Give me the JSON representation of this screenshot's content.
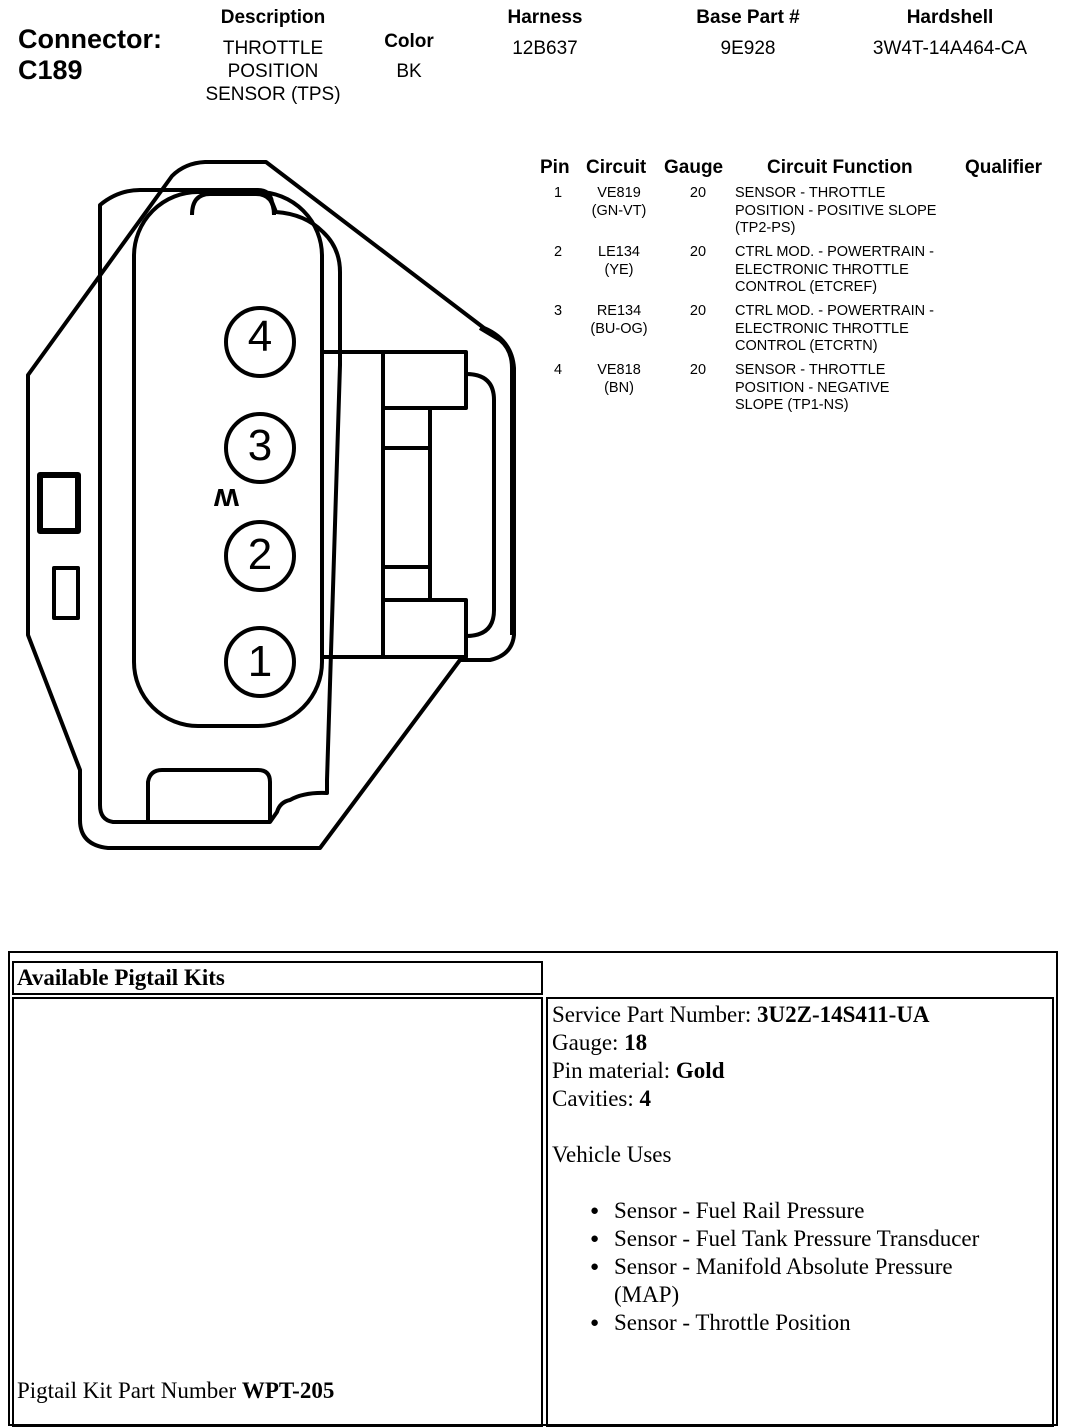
{
  "connector": {
    "label": "Connector:",
    "id": "C189"
  },
  "header": {
    "description_label": "Description",
    "description_lines": [
      "THROTTLE",
      "POSITION",
      "SENSOR (TPS)"
    ],
    "color_label": "Color",
    "color_value": "BK",
    "harness_label": "Harness",
    "harness_value": "12B637",
    "base_part_label": "Base Part #",
    "base_part_value": "9E928",
    "hardshell_label": "Hardshell",
    "hardshell_value": "3W4T-14A464-CA"
  },
  "diagram": {
    "pin_numbers": [
      "4",
      "3",
      "2",
      "1"
    ],
    "key_mark": "w"
  },
  "pin_table": {
    "headers": [
      "Pin",
      "Circuit",
      "Gauge",
      "Circuit Function",
      "Qualifier"
    ],
    "rows": [
      {
        "pin": "1",
        "circuit": [
          "VE819",
          "(GN-VT)"
        ],
        "gauge": "20",
        "function": [
          "SENSOR - THROTTLE",
          "POSITION - POSITIVE SLOPE",
          "(TP2-PS)"
        ],
        "qualifier": ""
      },
      {
        "pin": "2",
        "circuit": [
          "LE134",
          "(YE)"
        ],
        "gauge": "20",
        "function": [
          "CTRL MOD. - POWERTRAIN -",
          "ELECTRONIC THROTTLE",
          "CONTROL (ETCREF)"
        ],
        "qualifier": ""
      },
      {
        "pin": "3",
        "circuit": [
          "RE134",
          "(BU-OG)"
        ],
        "gauge": "20",
        "function": [
          "CTRL MOD. - POWERTRAIN -",
          "ELECTRONIC THROTTLE",
          "CONTROL (ETCRTN)"
        ],
        "qualifier": ""
      },
      {
        "pin": "4",
        "circuit": [
          "VE818",
          "(BN)"
        ],
        "gauge": "20",
        "function": [
          "SENSOR - THROTTLE",
          "POSITION - NEGATIVE",
          "SLOPE (TP1-NS)"
        ],
        "qualifier": ""
      }
    ]
  },
  "pigtail": {
    "title": "Available Pigtail Kits",
    "kit_part_label": "Pigtail Kit Part Number ",
    "kit_part_value": "WPT-205",
    "service_part_label": "Service Part Number: ",
    "service_part_value": "3U2Z-14S411-UA",
    "gauge_label": "Gauge: ",
    "gauge_value": "18",
    "pin_material_label": "Pin material: ",
    "pin_material_value": "Gold",
    "cavities_label": "Cavities: ",
    "cavities_value": "4",
    "vehicle_uses_label": "Vehicle Uses",
    "bullet": "●",
    "vehicle_uses": [
      "Sensor - Fuel Rail Pressure",
      "Sensor - Fuel Tank Pressure Transducer",
      "Sensor - Manifold Absolute Pressure (MAP)",
      "Sensor - Throttle Position"
    ]
  }
}
